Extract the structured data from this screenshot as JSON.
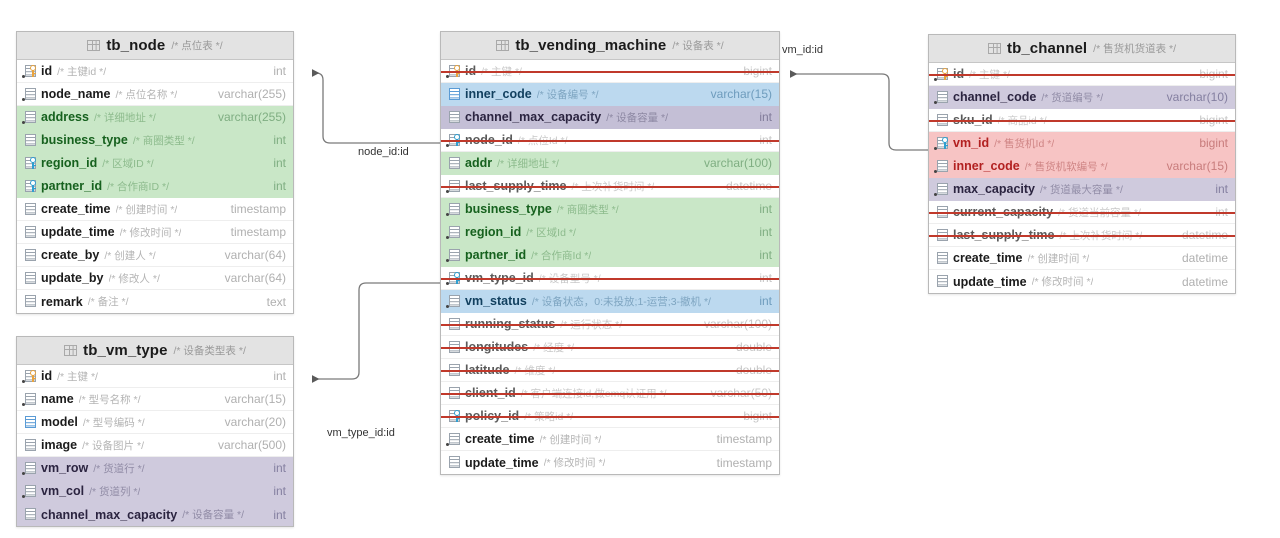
{
  "diagram": {
    "title": "Database ER Diagram",
    "colors": {
      "header_bg": "#e3e3e3",
      "tint_green": "#c9e7c7",
      "tint_blue": "#bcd9ef",
      "tint_purple": "#c4bfd6",
      "tint_lilac": "#cfcadd",
      "tint_pink": "#f7c4c4",
      "strike": "#c0392b",
      "wire": "#7a7a7a"
    }
  },
  "tables": [
    {
      "name": "tb_node",
      "comment": "/* 点位表 */",
      "icon": "table-grid-icon",
      "columns": [
        {
          "name": "id",
          "comment": "/* 主键id */",
          "type": "int",
          "icon": "primary-key-icon",
          "tint": "",
          "struck": false,
          "notnull": true
        },
        {
          "name": "node_name",
          "comment": "/* 点位名称 */",
          "type": "varchar(255)",
          "icon": "column-icon",
          "tint": "",
          "struck": false,
          "notnull": true
        },
        {
          "name": "address",
          "comment": "/* 详细地址 */",
          "type": "varchar(255)",
          "icon": "column-icon",
          "tint": "green",
          "struck": false,
          "notnull": true
        },
        {
          "name": "business_type",
          "comment": "/* 商圈类型 */",
          "type": "int",
          "icon": "column-icon",
          "tint": "green",
          "struck": false,
          "notnull": false
        },
        {
          "name": "region_id",
          "comment": "/* 区域ID */",
          "type": "int",
          "icon": "foreign-key-icon",
          "tint": "green",
          "struck": false,
          "notnull": false
        },
        {
          "name": "partner_id",
          "comment": "/* 合作商ID */",
          "type": "int",
          "icon": "foreign-key-icon",
          "tint": "green",
          "struck": false,
          "notnull": false
        },
        {
          "name": "create_time",
          "comment": "/* 创建时间 */",
          "type": "timestamp",
          "icon": "column-icon",
          "tint": "",
          "struck": false,
          "notnull": false
        },
        {
          "name": "update_time",
          "comment": "/* 修改时间 */",
          "type": "timestamp",
          "icon": "column-icon",
          "tint": "",
          "struck": false,
          "notnull": false
        },
        {
          "name": "create_by",
          "comment": "/* 创建人 */",
          "type": "varchar(64)",
          "icon": "column-icon",
          "tint": "",
          "struck": false,
          "notnull": false
        },
        {
          "name": "update_by",
          "comment": "/* 修改人 */",
          "type": "varchar(64)",
          "icon": "column-icon",
          "tint": "",
          "struck": false,
          "notnull": false
        },
        {
          "name": "remark",
          "comment": "/* 备注 */",
          "type": "text",
          "icon": "column-icon",
          "tint": "",
          "struck": false,
          "notnull": false
        }
      ]
    },
    {
      "name": "tb_vm_type",
      "comment": "/* 设备类型表 */",
      "icon": "table-grid-icon",
      "columns": [
        {
          "name": "id",
          "comment": "/* 主键 */",
          "type": "int",
          "icon": "primary-key-icon",
          "tint": "",
          "struck": false,
          "notnull": true
        },
        {
          "name": "name",
          "comment": "/* 型号名称 */",
          "type": "varchar(15)",
          "icon": "column-icon",
          "tint": "",
          "struck": false,
          "notnull": true
        },
        {
          "name": "model",
          "comment": "/* 型号编码 */",
          "type": "varchar(20)",
          "icon": "column-icon-blue",
          "tint": "",
          "struck": false,
          "notnull": false
        },
        {
          "name": "image",
          "comment": "/* 设备图片 */",
          "type": "varchar(500)",
          "icon": "column-icon",
          "tint": "",
          "struck": false,
          "notnull": false
        },
        {
          "name": "vm_row",
          "comment": "/* 货道行 */",
          "type": "int",
          "icon": "column-icon",
          "tint": "lilac",
          "struck": false,
          "notnull": true
        },
        {
          "name": "vm_col",
          "comment": "/* 货道列 */",
          "type": "int",
          "icon": "column-icon",
          "tint": "lilac",
          "struck": false,
          "notnull": true
        },
        {
          "name": "channel_max_capacity",
          "comment": "/* 设备容量 */",
          "type": "int",
          "icon": "column-icon",
          "tint": "lilac",
          "struck": false,
          "notnull": false
        }
      ]
    },
    {
      "name": "tb_vending_machine",
      "comment": "/* 设备表 */",
      "icon": "table-grid-icon",
      "columns": [
        {
          "name": "id",
          "comment": "/* 主键 */",
          "type": "bigint",
          "icon": "primary-key-icon",
          "tint": "",
          "struck": true,
          "notnull": true
        },
        {
          "name": "inner_code",
          "comment": "/* 设备编号 */",
          "type": "varchar(15)",
          "icon": "column-icon-blue",
          "tint": "blue",
          "struck": false,
          "notnull": false
        },
        {
          "name": "channel_max_capacity",
          "comment": "/* 设备容量 */",
          "type": "int",
          "icon": "column-icon",
          "tint": "purple",
          "struck": false,
          "notnull": false
        },
        {
          "name": "node_id",
          "comment": "/* 点位Id */",
          "type": "int",
          "icon": "foreign-key-icon",
          "tint": "",
          "struck": true,
          "notnull": true
        },
        {
          "name": "addr",
          "comment": "/* 详细地址 */",
          "type": "varchar(100)",
          "icon": "column-icon",
          "tint": "green",
          "struck": false,
          "notnull": false
        },
        {
          "name": "last_supply_time",
          "comment": "/* 上次补货时间 */",
          "type": "datetime",
          "icon": "column-icon",
          "tint": "",
          "struck": true,
          "notnull": true
        },
        {
          "name": "business_type",
          "comment": "/* 商圈类型 */",
          "type": "int",
          "icon": "column-icon",
          "tint": "green",
          "struck": false,
          "notnull": true
        },
        {
          "name": "region_id",
          "comment": "/* 区域Id */",
          "type": "int",
          "icon": "column-icon",
          "tint": "green",
          "struck": false,
          "notnull": true
        },
        {
          "name": "partner_id",
          "comment": "/* 合作商Id */",
          "type": "int",
          "icon": "column-icon",
          "tint": "green",
          "struck": false,
          "notnull": true
        },
        {
          "name": "vm_type_id",
          "comment": "/* 设备型号 */",
          "type": "int",
          "icon": "foreign-key-icon",
          "tint": "",
          "struck": true,
          "notnull": true
        },
        {
          "name": "vm_status",
          "comment": "/* 设备状态，0:未投放;1-运营;3-撤机 */",
          "type": "int",
          "icon": "column-icon",
          "tint": "blue",
          "struck": false,
          "notnull": true
        },
        {
          "name": "running_status",
          "comment": "/* 运行状态 */",
          "type": "varchar(100)",
          "icon": "column-icon",
          "tint": "",
          "struck": true,
          "notnull": false
        },
        {
          "name": "longitudes",
          "comment": "/* 经度 */",
          "type": "double",
          "icon": "column-icon",
          "tint": "",
          "struck": true,
          "notnull": false
        },
        {
          "name": "latitude",
          "comment": "/* 维度 */",
          "type": "double",
          "icon": "column-icon",
          "tint": "",
          "struck": true,
          "notnull": false
        },
        {
          "name": "client_id",
          "comment": "/* 客户端连接id,做emq认证用 */",
          "type": "varchar(50)",
          "icon": "column-icon",
          "tint": "",
          "struck": true,
          "notnull": false
        },
        {
          "name": "policy_id",
          "comment": "/* 策略id */",
          "type": "bigint",
          "icon": "foreign-key-icon",
          "tint": "",
          "struck": true,
          "notnull": false
        },
        {
          "name": "create_time",
          "comment": "/* 创建时间 */",
          "type": "timestamp",
          "icon": "column-icon",
          "tint": "",
          "struck": false,
          "notnull": true
        },
        {
          "name": "update_time",
          "comment": "/* 修改时间 */",
          "type": "timestamp",
          "icon": "column-icon",
          "tint": "",
          "struck": false,
          "notnull": false
        }
      ]
    },
    {
      "name": "tb_channel",
      "comment": "/* 售货机货道表 */",
      "icon": "table-grid-icon",
      "columns": [
        {
          "name": "id",
          "comment": "/* 主键 */",
          "type": "bigint",
          "icon": "primary-key-icon",
          "tint": "",
          "struck": true,
          "notnull": true
        },
        {
          "name": "channel_code",
          "comment": "/* 货道编号 */",
          "type": "varchar(10)",
          "icon": "column-icon",
          "tint": "lilac",
          "struck": false,
          "notnull": true
        },
        {
          "name": "sku_id",
          "comment": "/* 商品id */",
          "type": "bigint",
          "icon": "column-icon",
          "tint": "",
          "struck": true,
          "notnull": false
        },
        {
          "name": "vm_id",
          "comment": "/* 售货机Id */",
          "type": "bigint",
          "icon": "foreign-key-icon",
          "tint": "pink",
          "struck": false,
          "notnull": true
        },
        {
          "name": "inner_code",
          "comment": "/* 售货机软编号 */",
          "type": "varchar(15)",
          "icon": "column-icon",
          "tint": "pink",
          "struck": false,
          "notnull": true
        },
        {
          "name": "max_capacity",
          "comment": "/* 货道最大容量 */",
          "type": "int",
          "icon": "column-icon",
          "tint": "lilac",
          "struck": false,
          "notnull": true
        },
        {
          "name": "current_capacity",
          "comment": "/* 货道当前容量 */",
          "type": "int",
          "icon": "column-icon",
          "tint": "",
          "struck": true,
          "notnull": false
        },
        {
          "name": "last_supply_time",
          "comment": "/* 上次补货时间 */",
          "type": "datetime",
          "icon": "column-icon",
          "tint": "",
          "struck": true,
          "notnull": false
        },
        {
          "name": "create_time",
          "comment": "/* 创建时间 */",
          "type": "datetime",
          "icon": "column-icon",
          "tint": "",
          "struck": false,
          "notnull": false
        },
        {
          "name": "update_time",
          "comment": "/* 修改时间 */",
          "type": "datetime",
          "icon": "column-icon",
          "tint": "",
          "struck": false,
          "notnull": false
        }
      ]
    }
  ],
  "relations": [
    {
      "label": "node_id:id",
      "from": "tb_vending_machine.node_id",
      "to": "tb_node.id"
    },
    {
      "label": "vm_type_id:id",
      "from": "tb_vending_machine.vm_type_id",
      "to": "tb_vm_type.id"
    },
    {
      "label": "vm_id:id",
      "from": "tb_channel.vm_id",
      "to": "tb_vending_machine.id"
    }
  ]
}
